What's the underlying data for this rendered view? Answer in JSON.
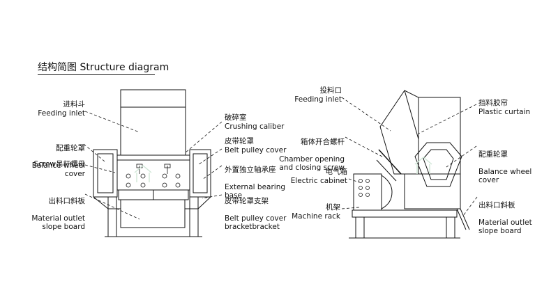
{
  "title": "结构简图 Structure diagram",
  "left_labels": [
    {
      "zh": "进料斗",
      "en": "Feeding inlet"
    },
    {
      "zh": "配重轮罩",
      "en": "Balance wheel\ncover"
    },
    {
      "zh": "Screw吊杆螺母",
      "en": ""
    },
    {
      "zh": "出料口斜板",
      "en": "Material outlet\nslope board"
    }
  ],
  "middle_labels": [
    {
      "zh": "破碎室",
      "en": "Crushing caliber"
    },
    {
      "zh": "皮带轮罩",
      "en": "Belt pulley cover"
    },
    {
      "zh": "外置独立轴承座",
      "en": "External bearing\nbase"
    },
    {
      "zh": "皮带轮罩支架",
      "en": "Belt pulley cover\nbracketbracket"
    }
  ],
  "right_left_labels": [
    {
      "zh": "投料口",
      "en": "Feeding inlet"
    },
    {
      "zh": "箱体开合螺杆",
      "en": "Chamber opening\nand closing screw"
    },
    {
      "zh": "电气箱",
      "en": "Electric cabinet"
    },
    {
      "zh": "机架",
      "en": "Machine rack"
    }
  ],
  "right_right_labels": [
    {
      "zh": "挡料胶帘",
      "en": "Plastic curtain"
    },
    {
      "zh": "配重轮罩",
      "en": "Balance wheel\ncover"
    },
    {
      "zh": "出料口斜板",
      "en": "Material outlet\nslope board"
    }
  ],
  "colors": {
    "line": "#111111",
    "watermark": "#cfe6d6"
  }
}
